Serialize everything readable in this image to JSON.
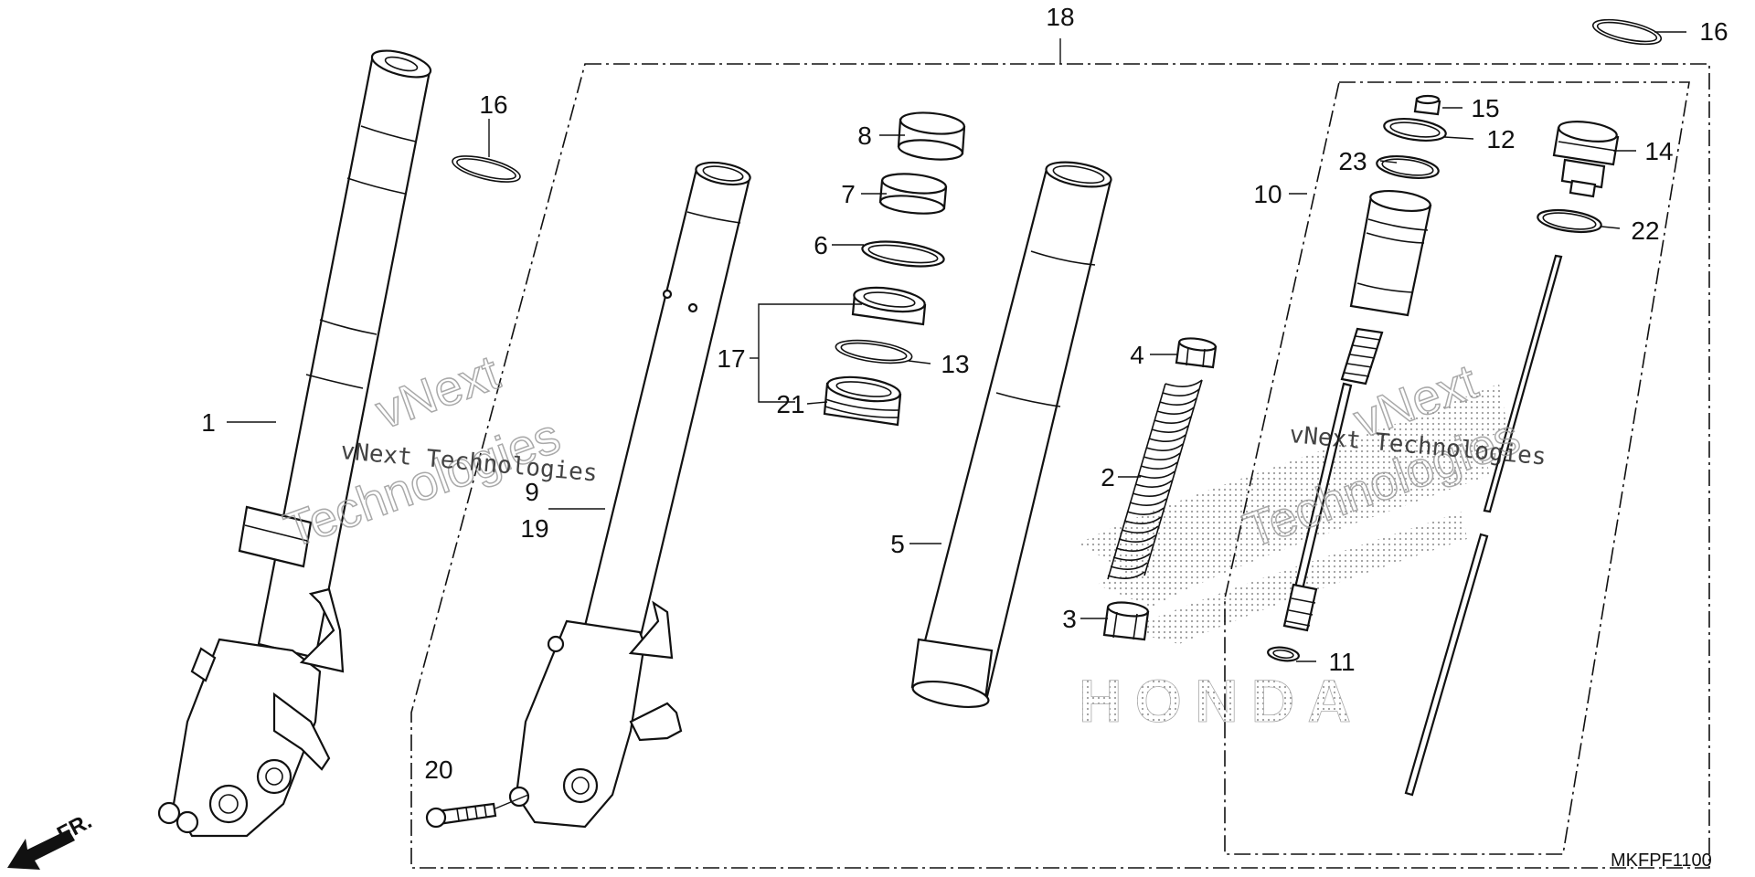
{
  "diagram": {
    "part_labels": [
      {
        "id": "1",
        "text": "1"
      },
      {
        "id": "2",
        "text": "2"
      },
      {
        "id": "3",
        "text": "3"
      },
      {
        "id": "4",
        "text": "4"
      },
      {
        "id": "5",
        "text": "5"
      },
      {
        "id": "6",
        "text": "6"
      },
      {
        "id": "7",
        "text": "7"
      },
      {
        "id": "8",
        "text": "8"
      },
      {
        "id": "9",
        "text": "9"
      },
      {
        "id": "10",
        "text": "10"
      },
      {
        "id": "11",
        "text": "11"
      },
      {
        "id": "12",
        "text": "12"
      },
      {
        "id": "13",
        "text": "13"
      },
      {
        "id": "14",
        "text": "14"
      },
      {
        "id": "15",
        "text": "15"
      },
      {
        "id": "16a",
        "text": "16"
      },
      {
        "id": "16b",
        "text": "16"
      },
      {
        "id": "17",
        "text": "17"
      },
      {
        "id": "18",
        "text": "18"
      },
      {
        "id": "19",
        "text": "19"
      },
      {
        "id": "20",
        "text": "20"
      },
      {
        "id": "21",
        "text": "21"
      },
      {
        "id": "22",
        "text": "22"
      },
      {
        "id": "23",
        "text": "23"
      }
    ],
    "watermark_line": "vNext Technologies",
    "watermark_word1": "vNext",
    "watermark_word2": "Technologies",
    "logo_text": "HONDA",
    "direction_label": "FR.",
    "diagram_code": "MKFPF1100"
  }
}
